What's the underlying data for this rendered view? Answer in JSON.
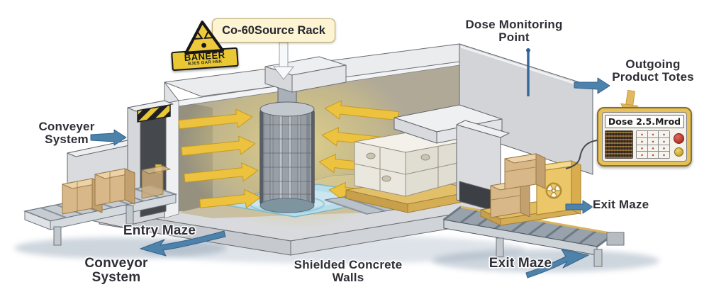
{
  "diagram": {
    "callouts": {
      "source_rack": {
        "text": "Co-60Source Rack"
      },
      "dose_monitoring": {
        "line1": "Dose Monitoring",
        "line2": "Point"
      },
      "outgoing_totes": {
        "line1": "Outgoing",
        "line2": "Product Totes"
      },
      "conveyer_left": {
        "line1": "Conveyer",
        "line2": "System"
      },
      "entry_maze": {
        "text": "Entry Maze"
      },
      "conveyor_bottom": {
        "text": "Conveyor System"
      },
      "shielded_walls": {
        "line1": "Shielded Concrete",
        "line2": "Walls"
      },
      "exit_maze_right": {
        "text": "Exit Maze"
      },
      "exit_maze_bottom": {
        "text": "Exit Maze"
      }
    },
    "danger_sign": {
      "heading": "BANEER",
      "subtext": "BJES GAR HSK"
    },
    "dose_panel": {
      "readout": "Dose 2.5.Mrod"
    },
    "icons": {
      "tote_symbol": "☢"
    },
    "colors": {
      "pointer_blue": "#4d82ab",
      "radiation_yellow": "#ecc23e",
      "hazard_yellow": "#e9c832",
      "concrete_light": "#e3e4e7",
      "concrete_shadow": "#b9bbc0",
      "water_blue": "#b6dce8",
      "kraft_box": "#d8b888",
      "callout_bg": "#fcf4d2",
      "panel_gold": "#e6c058",
      "label_ink": "#2e2e36"
    }
  }
}
